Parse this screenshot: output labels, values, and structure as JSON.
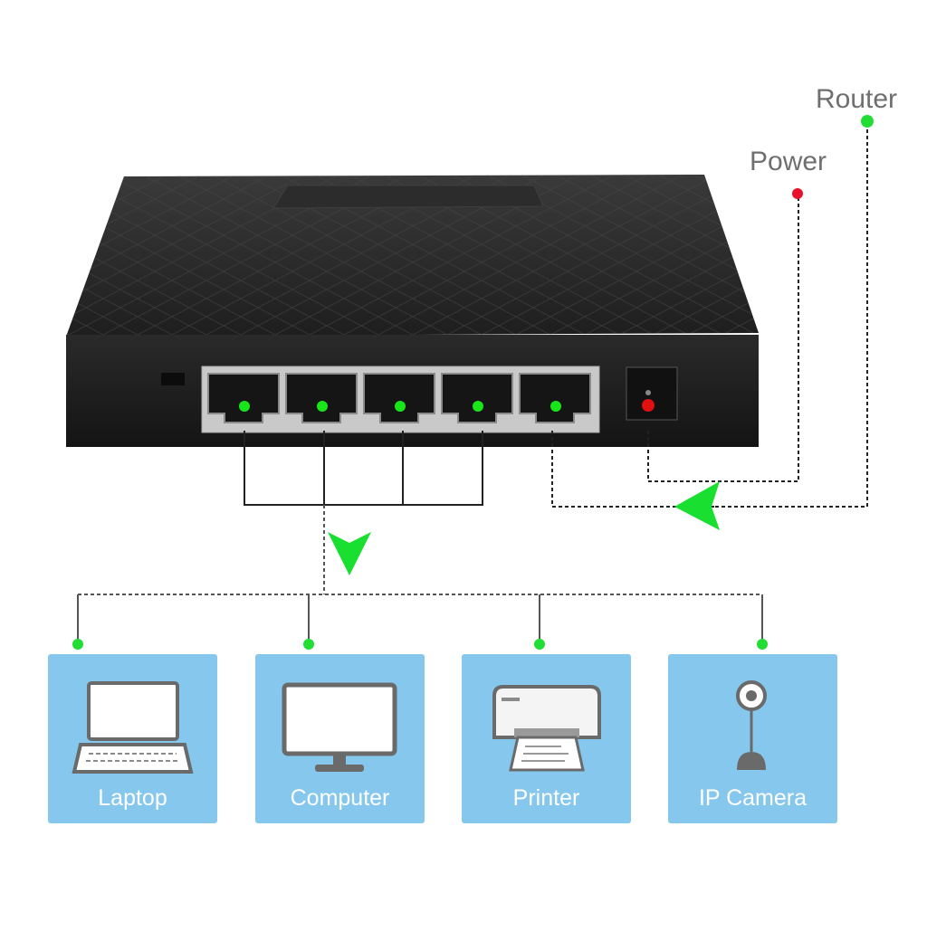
{
  "external": {
    "router_label": "Router",
    "power_label": "Power"
  },
  "switch": {
    "port_count": 5,
    "port_led_color": "#19e619",
    "power_led_color": "#e01010"
  },
  "devices": [
    {
      "label": "Laptop",
      "icon": "laptop-icon"
    },
    {
      "label": "Computer",
      "icon": "monitor-icon"
    },
    {
      "label": "Printer",
      "icon": "printer-icon"
    },
    {
      "label": "IP Camera",
      "icon": "webcam-icon"
    }
  ],
  "colors": {
    "card_bg": "#86c7ee",
    "node_green": "#22dd33",
    "node_red": "#e8102a",
    "arrow_green": "#19e030",
    "line": "#555555",
    "label_gray": "#6f6f6f"
  }
}
